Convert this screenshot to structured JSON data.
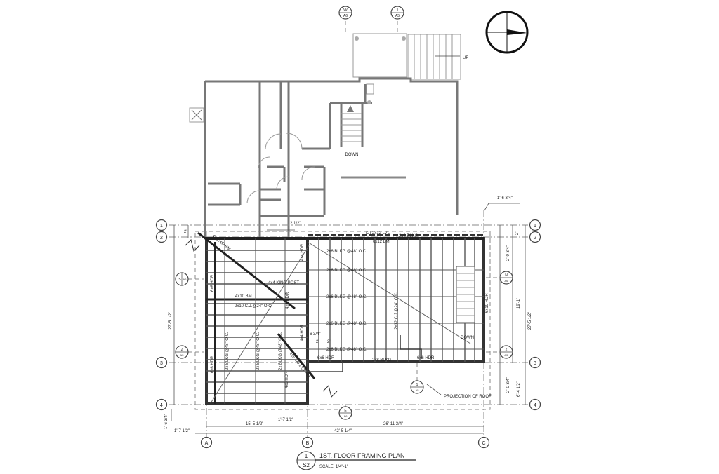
{
  "title_block": {
    "detail_number": "1",
    "sheet": "S2",
    "title": "1ST. FLOOR FRAMING PLAN",
    "scale": "SCALE: 1/4\"-1'"
  },
  "grid": {
    "rows": [
      "1",
      "2",
      "3",
      "4"
    ],
    "cols": [
      "A",
      "B",
      "C"
    ]
  },
  "section_tags": [
    {
      "id": "W",
      "sheet": "A6"
    },
    {
      "id": "1",
      "sheet": "A5"
    },
    {
      "id": "S",
      "sheet": "A6"
    },
    {
      "id": "2",
      "sheet": "A5"
    },
    {
      "id": "N",
      "sheet": "A6"
    },
    {
      "id": "2",
      "sheet": "A5"
    },
    {
      "id": "1",
      "sheet": "A5"
    },
    {
      "id": "E",
      "sheet": "A6"
    }
  ],
  "dimensions": {
    "top_right": "1'-6 3/4\"",
    "two_half": "2 1/2\"",
    "left_2": "2'",
    "left_total": "27'-5 1/2\"",
    "right_2": "2'",
    "right_2_0_3_4": "2'-0 3/4\"",
    "right_19_1": "19'-1\"",
    "right_total": "27'-5 1/2\"",
    "right_low_2_0_3_4": "2'-0 3/4\"",
    "right_6_4": "6'-4 1/2\"",
    "left_low": "1'-6 3/4\"",
    "bottom_15": "15'-5 1/2\"",
    "bottom_1_7_mid": "1'-7 1/2\"",
    "bottom_26": "26'-11 3/4\"",
    "bottom_1_7_left": "1'-7 1/2\"",
    "bottom_total": "42'-5 1/4\"",
    "six_three_quarter": "6 3/4\"",
    "two_a": "2'",
    "two_b": "2'"
  },
  "labels": {
    "up": "UP",
    "down_stair": "DOWN",
    "down_plan": "DOWN",
    "lvl": "(2) 2x12 LVL",
    "bm_6x12": "6x12 BM",
    "blkg_2x8_top": "2x8 BLKG",
    "blkg_row1": "2x6 BLKG @48\" O.C.",
    "blkg_row2": "2x6 BLKG @48\" O.C.",
    "blkg_row3": "2x6 BLKG @48\" O.C.",
    "blkg_row4": "2x6 BLKG @48\" O.C.",
    "blkg_row5": "2x6 BLKG @48\" O.C.",
    "joist_right": "2x12 C.J.@24\" O.C.",
    "hdr_6x10": "6x10 HDR",
    "hdr_4x4_top": "4x4 HDR",
    "king_post": "4x4 KING POST",
    "hip_beam": "4x6 HIP BM",
    "hdr_6x6_left": "6x6 HDR",
    "bm_4x10": "4x10 BM",
    "joist_left": "2x10 C.J.@24\" O.C.",
    "hdr_4x6_mid": "4x6 HDR",
    "blkg_col1": "2x BLKG @48\" O.C.",
    "blkg_col2": "2x BLKG @48\" O.C.",
    "blkg_col3": "2x BLKG @48\" O.C.",
    "hdr_4x4_mid": "4x4 HDR",
    "hdr_6x6_low": "6x6 HDR",
    "hdr_6x6_left_low": "6x6 HDR",
    "hdr_4x6_low": "4x6 HDR",
    "valley_beam": "4x6 VALLEY BM",
    "blkg_2x8_bottom": "2x8 BLKG",
    "hdr_6x6_right": "6x6 HDR",
    "projection": "PROJECTION OF ROOF"
  }
}
